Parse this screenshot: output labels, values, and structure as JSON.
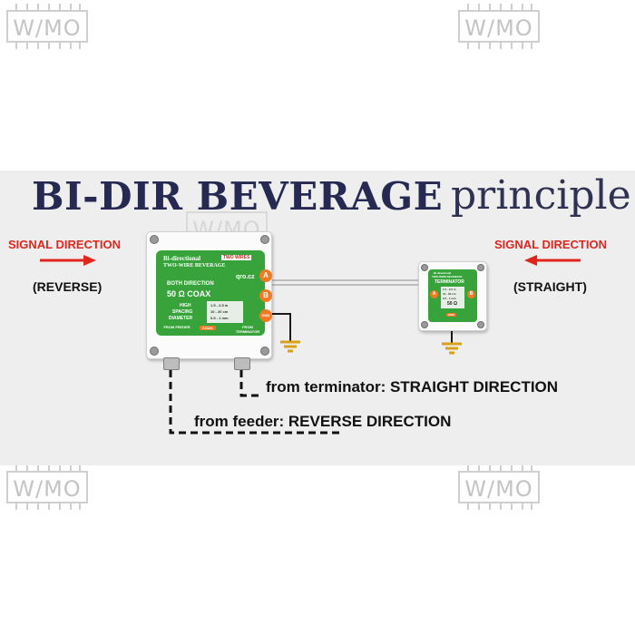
{
  "watermark": "W/MO",
  "title": {
    "main": "BI-DIR BEVERAGE",
    "sub": "principle"
  },
  "left_side": {
    "signal_label": "SIGNAL DIRECTION",
    "direction_label": "(REVERSE)"
  },
  "right_side": {
    "signal_label": "SIGNAL DIRECTION",
    "direction_label": "(STRAIGHT)"
  },
  "colors": {
    "title": "#262a52",
    "signal": "#e0261c",
    "panel_green": "#37a33a",
    "accent_orange": "#f07a23"
  },
  "main_device": {
    "brand_line1": "Bi-directional",
    "brand_line2": "TWO-WIRE BEVERAGE",
    "badge": "TWO WIRES",
    "logo": "qro.cz",
    "direction_line": "BOTH DIRECTION",
    "impedance": "50 Ω COAX",
    "spec_label_1": "HIGH",
    "spec_label_2": "SPACING",
    "spec_label_3": "DIAMETER",
    "spec_1": "1.5 - 2.5 m",
    "spec_2": "10 - 20 cm",
    "spec_3": "0.5 - 1 mm",
    "port_a": "A",
    "port_b": "B",
    "port_gnd": "GND",
    "from_feeder": "FROM FEEDER",
    "coax": "COAX",
    "from_terminator": "FROM TERMINATOR"
  },
  "terminator_device": {
    "brand_line1": "Bi-directional",
    "brand_line2": "TWO-WIRE BEVERAGE",
    "name": "TERMINATOR",
    "spec_1": "1.5 - 2.5 m",
    "spec_2": "10 - 20 cm",
    "spec_3": "0.5 - 1 mm",
    "impedance": "50 Ω",
    "port_a": "A",
    "port_b": "B",
    "gnd": "GND"
  },
  "notes": {
    "terminator": "from terminator: STRAIGHT DIRECTION",
    "feeder": "from feeder: REVERSE DIRECTION"
  }
}
